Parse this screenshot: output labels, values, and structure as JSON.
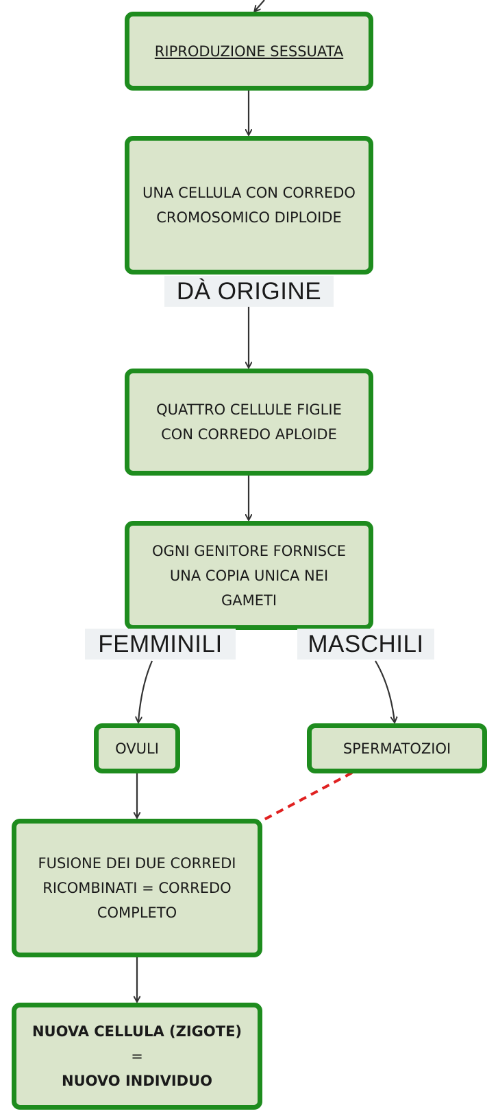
{
  "nodes": {
    "riproduzione": "RIPRODUZIONE SESSUATA",
    "cellula_diploide": "UNA CELLULA CON CORREDO CROMOSOMICO DIPLOIDE",
    "cellule_figlie": "QUATTRO CELLULE FIGLIE CON CORREDO APLOIDE",
    "genitore": "OGNI GENITORE FORNISCE UNA COPIA UNICA NEI GAMETI",
    "ovuli": "OVULI",
    "spermatozioi": "SPERMATOZIOI",
    "fusione": "FUSIONE DEI DUE CORREDI RICOMBINATI = CORREDO COMPLETO",
    "zigote_bold_1": "NUOVA CELLULA (ZIGOTE)",
    "zigote_rest_1": " =",
    "zigote_bold_2": "NUOVO INDIVIDUO"
  },
  "edge_labels": {
    "da_origine": "DÀ ORIGINE",
    "femminili": "FEMMINILI",
    "maschili": "MASCHILI"
  },
  "colors": {
    "node_fill": "#dae5cb",
    "node_border": "#1e8c1e",
    "arrow": "#333333",
    "dashed_link": "#e02020",
    "label_bg": "#eef1f3"
  }
}
